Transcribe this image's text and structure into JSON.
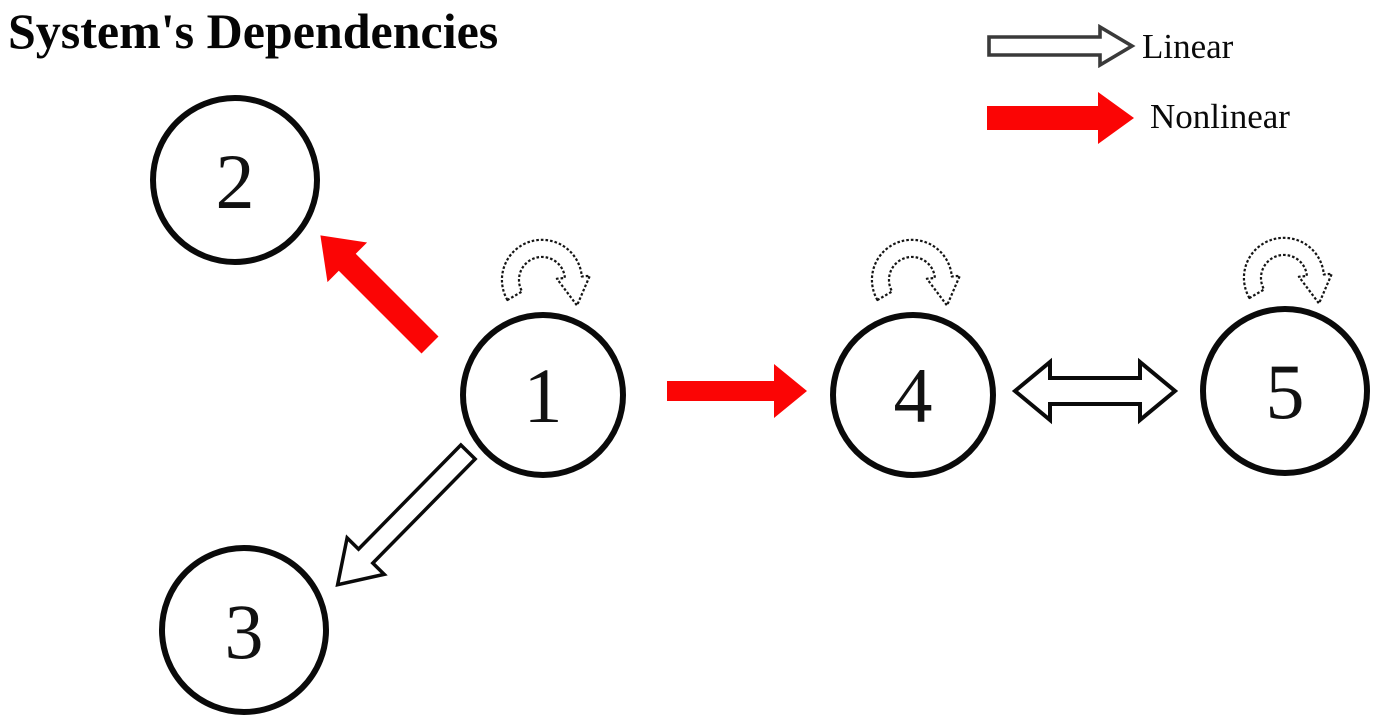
{
  "title": "System's Dependencies",
  "legend": {
    "linear_label": "Linear",
    "nonlinear_label": "Nonlinear"
  },
  "colors": {
    "nonlinear": "#fb0505",
    "linear_fill": "#ffffff",
    "outline": "#000000",
    "legend_linear_outline": "#3a3a3a"
  },
  "diagram": {
    "nodes": [
      {
        "id": "1",
        "label": "1",
        "self_loop": true
      },
      {
        "id": "2",
        "label": "2",
        "self_loop": false
      },
      {
        "id": "3",
        "label": "3",
        "self_loop": false
      },
      {
        "id": "4",
        "label": "4",
        "self_loop": true
      },
      {
        "id": "5",
        "label": "5",
        "self_loop": true
      }
    ],
    "edges": [
      {
        "from": "1",
        "to": "2",
        "type": "nonlinear",
        "bidirectional": false
      },
      {
        "from": "1",
        "to": "3",
        "type": "linear",
        "bidirectional": false
      },
      {
        "from": "1",
        "to": "4",
        "type": "nonlinear",
        "bidirectional": false
      },
      {
        "from": "4",
        "to": "5",
        "type": "linear",
        "bidirectional": true
      }
    ],
    "self_loops": [
      "1",
      "4",
      "5"
    ]
  }
}
